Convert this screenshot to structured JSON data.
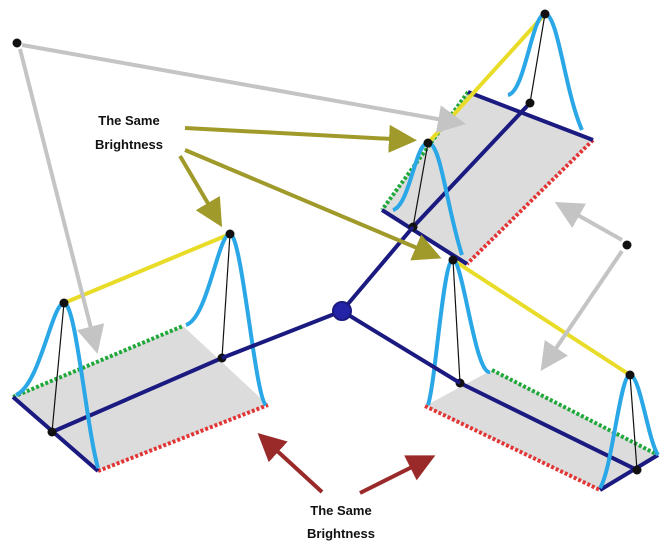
{
  "labels": {
    "top_line1": "The Same",
    "top_line2": "Brightness",
    "bottom_line1": "The Same",
    "bottom_line2": "Brightness"
  },
  "colors": {
    "plane_fill": "#dcdcdc",
    "axis": "#1a1a80",
    "hub": "#2323a8",
    "curve": "#2aa7e6",
    "yellow_line": "#e8dc28",
    "green_dotted": "#1fa83a",
    "red_dotted": "#e23535",
    "olive_arrow": "#a09a2a",
    "gray_arrow": "#c4c4c4",
    "dark_red_arrow": "#9a2a2a",
    "point": "#111111"
  }
}
